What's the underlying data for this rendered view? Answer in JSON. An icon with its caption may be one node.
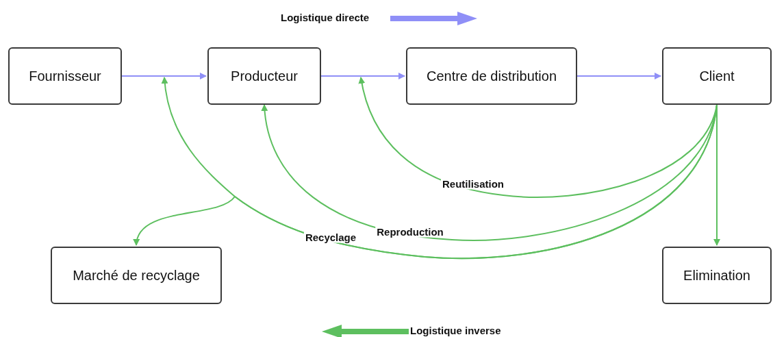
{
  "diagram": {
    "nodes": [
      {
        "text": [
          "Fournisseur"
        ]
      },
      {
        "text": [
          "Producteur"
        ]
      },
      {
        "text": [
          "Centre de distribution"
        ]
      },
      {
        "text": [
          "Client"
        ]
      },
      {
        "text": [
          "Marché de recyclage"
        ]
      },
      {
        "text": [
          "Elimination"
        ]
      }
    ],
    "edges": [
      {
        "from": 0,
        "to": 1,
        "arrow": "to",
        "color": "#8f8ff7"
      },
      {
        "from": 1,
        "to": 2,
        "arrow": "to",
        "color": "#8f8ff7"
      },
      {
        "from": 2,
        "to": 3,
        "arrow": "to",
        "color": "#8f8ff7"
      },
      {
        "from": 3,
        "to": 5,
        "arrow": "to"
      },
      {
        "from": 3,
        "to": null,
        "arrow": "to",
        "label": "Reutilisation"
      },
      {
        "from": 3,
        "to": 1,
        "arrow": "to",
        "label": "Reproduction"
      },
      {
        "from": 3,
        "to": null,
        "arrow": "to",
        "label": "Recyclage"
      },
      {
        "from": 3,
        "to": 4,
        "arrow": "to"
      }
    ],
    "legend": [
      {
        "text": "Logistique directe"
      },
      {
        "text": "Logistique inverse"
      }
    ]
  }
}
